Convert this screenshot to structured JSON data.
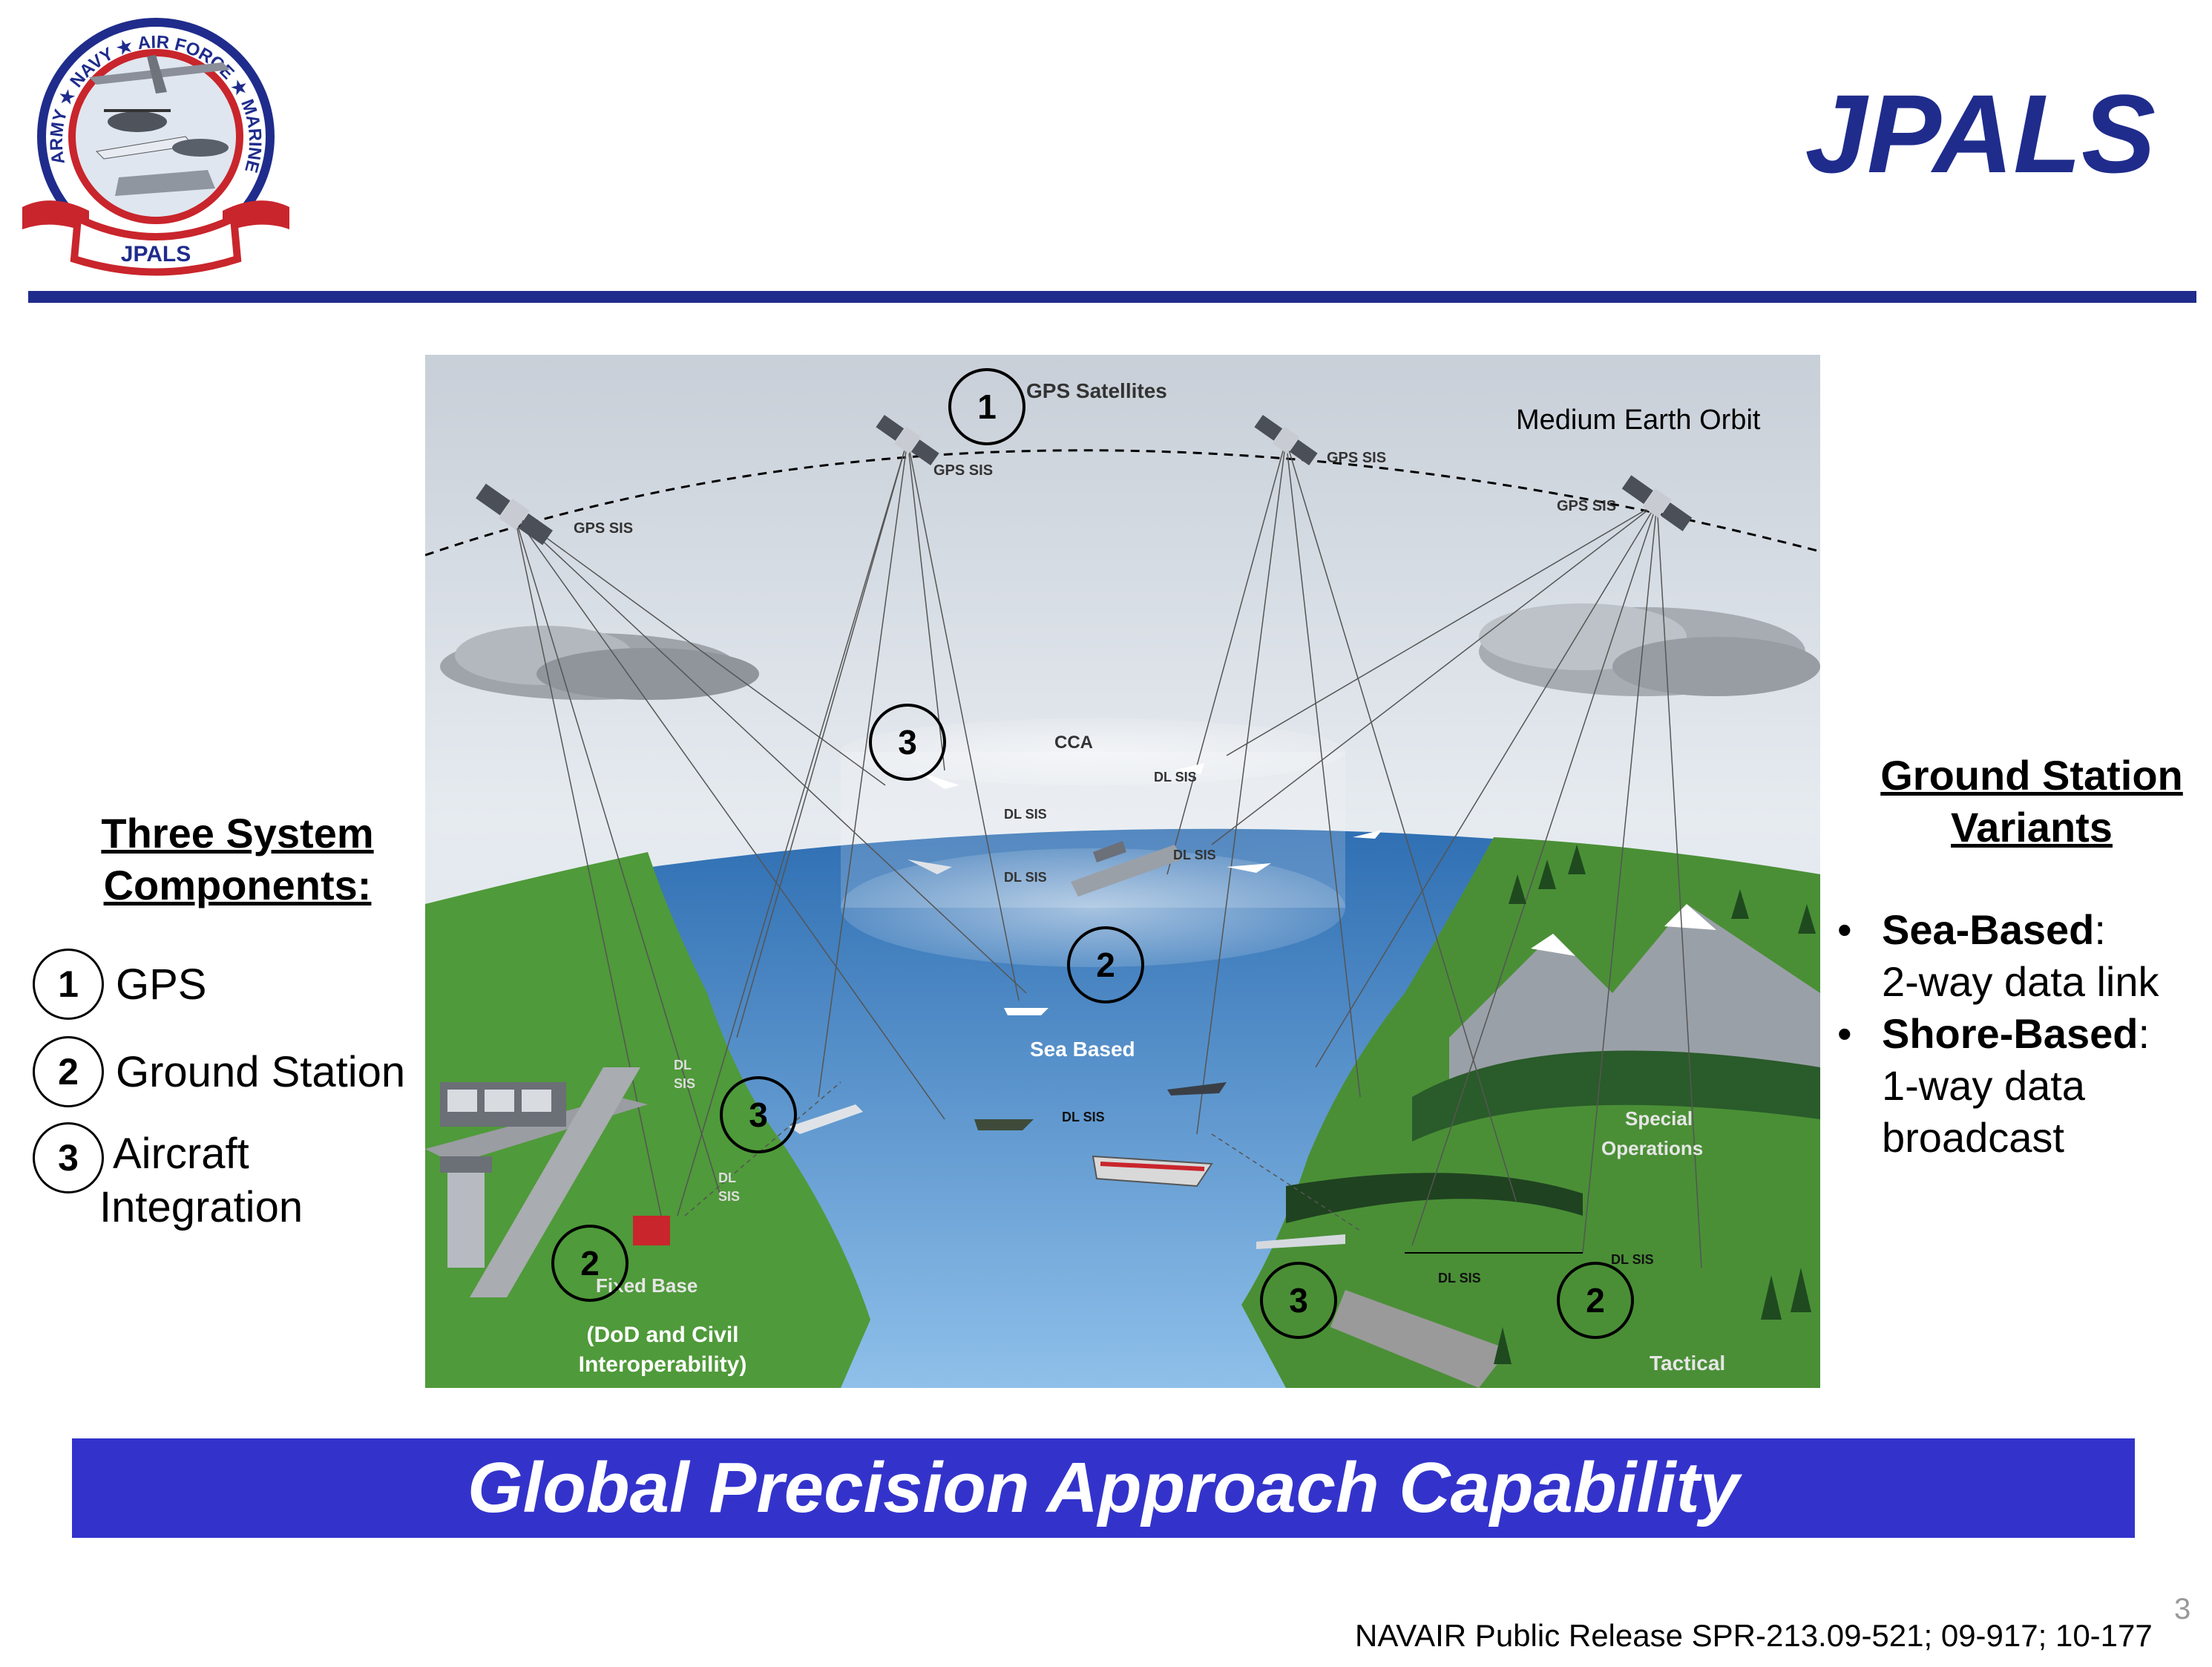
{
  "title": "JPALS",
  "logo": {
    "ring_text": "ARMY ★ NAVY ★ AIR FORCE ★ MARINES",
    "banner_text": "JPALS"
  },
  "left_panel": {
    "heading_line1": "Three System",
    "heading_line2": "Components:",
    "components": [
      {
        "number": "1",
        "label_line1": "GPS",
        "label_line2": ""
      },
      {
        "number": "2",
        "label_line1": "Ground Station",
        "label_line2": ""
      },
      {
        "number": "3",
        "label_line1": "Aircraft",
        "label_line2": "Integration"
      }
    ]
  },
  "right_panel": {
    "heading_line1": "Ground Station",
    "heading_line2": "Variants",
    "bullet": "•",
    "variants": [
      {
        "name": "Sea-Based",
        "suffix": ":",
        "line2": "2-way data link",
        "line3": ""
      },
      {
        "name": "Shore-Based",
        "suffix": ":",
        "line2": "1-way data",
        "line3": "broadcast"
      }
    ]
  },
  "diagram": {
    "gps_satellites": "GPS Satellites",
    "orbit": "Medium Earth Orbit",
    "gps_sis": "GPS SIS",
    "cca": "CCA",
    "dl_sis": "DL SIS",
    "dl": "DL",
    "sis": "SIS",
    "sea_based": "Sea Based",
    "special": "Special",
    "operations": "Operations",
    "fixed_base": "Fixed Base",
    "dod_line1": "(DoD and Civil",
    "dod_line2": "Interoperability)",
    "tactical": "Tactical",
    "markers": [
      "1",
      "2",
      "3"
    ]
  },
  "banner": "Global Precision Approach Capability",
  "page_number": "3",
  "release": "NAVAIR Public Release SPR-213.09-521; 09-917; 10-177",
  "colors": {
    "navy": "#1f2c8c",
    "banner": "#3333cc",
    "sea": "#3d7fbf",
    "land": "#4f9a3a",
    "sky": "#d6dde6"
  }
}
